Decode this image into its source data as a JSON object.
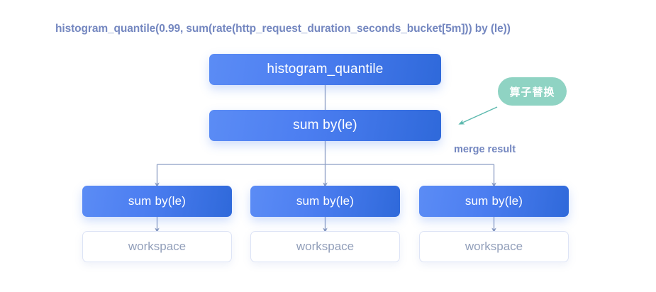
{
  "diagram": {
    "title": "histogram_quantile(0.99, sum(rate(http_request_duration_seconds_bucket[5m])) by (le))",
    "colors": {
      "node_gradient_start": "#5b8cf5",
      "node_gradient_end": "#2f69da",
      "node_text": "#ffffff",
      "title_text": "#7487c0",
      "workspace_border": "#dde4f6",
      "workspace_text": "#929fba",
      "badge_fill": "#8fd3c3",
      "badge_text": "#ffffff",
      "connector": "#8c9ec4",
      "annotation_arrow": "#5cb9ae",
      "background": "#ffffff"
    },
    "nodes": {
      "root": {
        "label": "histogram_quantile"
      },
      "merge": {
        "label": "sum by(le)"
      },
      "leaves": [
        {
          "operator_label": "sum by(le)",
          "source_label": "workspace"
        },
        {
          "operator_label": "sum by(le)",
          "source_label": "workspace"
        },
        {
          "operator_label": "sum by(le)",
          "source_label": "workspace"
        }
      ]
    },
    "annotations": {
      "badge_label": "算子替换",
      "merge_label": "merge result"
    }
  }
}
